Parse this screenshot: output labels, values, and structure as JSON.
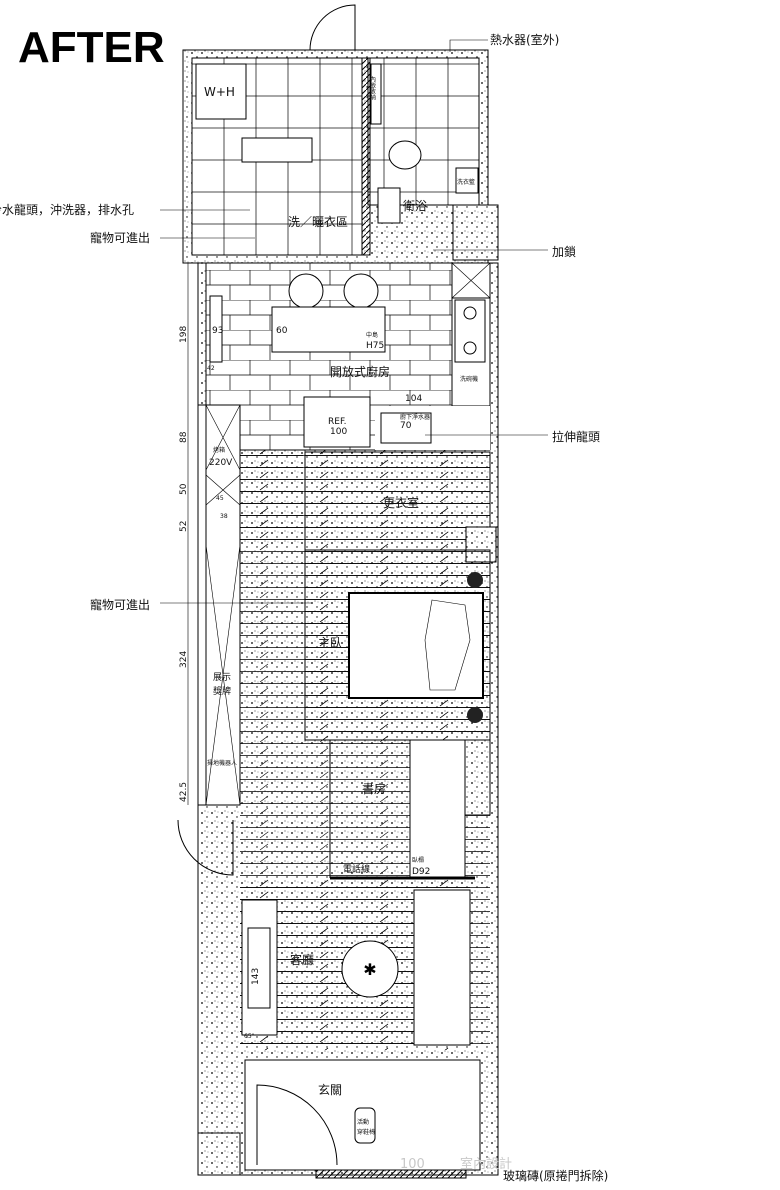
{
  "header": {
    "title": "AFTER"
  },
  "rooms": {
    "laundry": "洗／曬衣區",
    "bath": "衛浴",
    "kitchen": "開放式廚房",
    "closet": "更衣室",
    "master_bedroom": "主臥",
    "study": "書房",
    "living": "客廳",
    "entry": "玄關"
  },
  "callouts": {
    "water_heater": "熱水器(室外)",
    "faucet_washer_drain": "冷水龍頭，沖洗器，排水孔",
    "pet_access_top": "寵物可進出",
    "lock": "加鎖",
    "pull_faucet": "拉伸龍頭",
    "pet_access_mid": "寵物可進出",
    "glass_brick": "玻璃磚(原捲門拆除)"
  },
  "fixtures": {
    "washer_dryer": "W+H",
    "built_in_storage": "內嵌收納",
    "laundry_basket": "洗衣籃",
    "island": "中島",
    "island_height": "H75",
    "dishwasher": "洗碗機",
    "fridge": "REF.",
    "fridge_width": "100",
    "water_purifier": "廚下淨水器",
    "sink_width": "70",
    "oven": "烤箱",
    "voltage": "220V",
    "display_1": "展示",
    "display_2": "獎牌",
    "robot_vacuum": "掃地機器人",
    "phone_line": "電話線",
    "daybed": "臥榻",
    "daybed_depth": "D92",
    "shoe_bench_1": "活動",
    "shoe_bench_2": "穿鞋椅"
  },
  "dimensions": {
    "d198": "198",
    "d88": "88",
    "d50": "50",
    "d52": "52",
    "d324": "324",
    "d42_5": "42.5",
    "d93": "93",
    "d60": "60",
    "d42": "42",
    "d104": "104",
    "d45": "45",
    "d38": "38",
    "d143": "143",
    "d65": "65\""
  },
  "watermark": {
    "brand": "100",
    "text": "室內設計"
  }
}
